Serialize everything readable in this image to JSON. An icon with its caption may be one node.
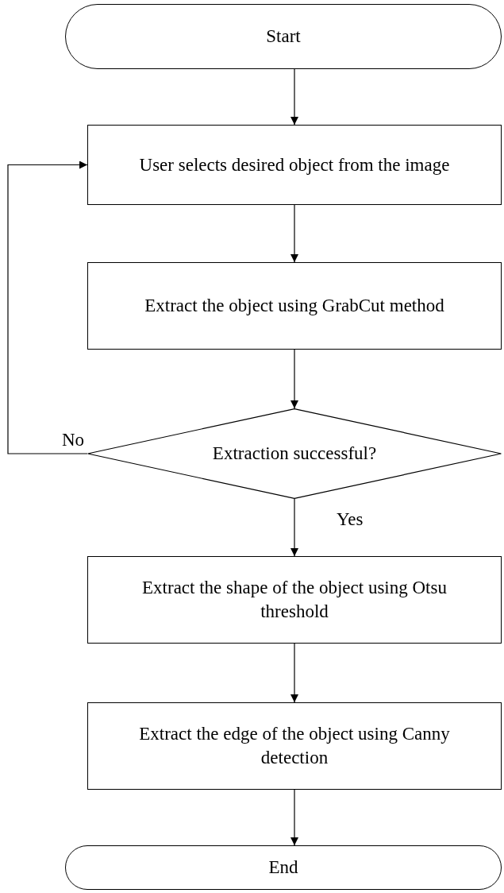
{
  "diagram": {
    "nodes": [
      {
        "text": [
          "Start"
        ]
      },
      {
        "text": [
          "User selects desired object from the image"
        ]
      },
      {
        "text": [
          "Extract the object using GrabCut method"
        ]
      },
      {
        "text": [
          "Extraction successful?"
        ]
      },
      {
        "text": [
          "Extract the shape of the object using Otsu threshold"
        ]
      },
      {
        "text": [
          "Extract the edge of the object using Canny detection"
        ]
      },
      {
        "text": [
          "End"
        ]
      }
    ],
    "edges": [
      {
        "from": 0,
        "to": 1,
        "arrow": "to"
      },
      {
        "from": 1,
        "to": 2,
        "arrow": "to"
      },
      {
        "from": 2,
        "to": 3,
        "arrow": "to"
      },
      {
        "from": 3,
        "to": 1,
        "arrow": "to",
        "label": "No"
      },
      {
        "from": 3,
        "to": 4,
        "arrow": "to",
        "label": "Yes"
      },
      {
        "from": 4,
        "to": 5,
        "arrow": "to"
      },
      {
        "from": 5,
        "to": 6,
        "arrow": "to"
      }
    ]
  }
}
